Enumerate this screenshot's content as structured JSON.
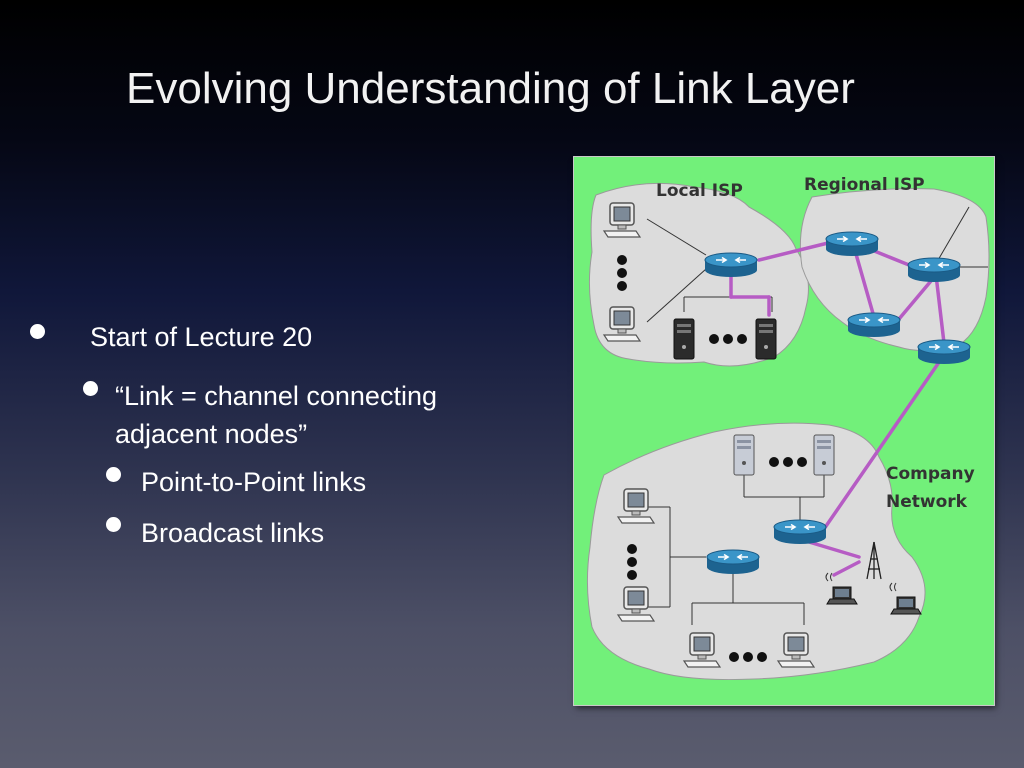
{
  "slide": {
    "title": "Evolving Understanding of Link Layer",
    "bullets": [
      {
        "level": 1,
        "text": "Start of Lecture 20"
      },
      {
        "level": 2,
        "text_line1": "“Link = channel connecting",
        "text_line2": "adjacent nodes”"
      },
      {
        "level": 3,
        "text": "Point-to-Point links"
      },
      {
        "level": 3,
        "text": "Broadcast links"
      }
    ]
  },
  "figure": {
    "labels": {
      "local_isp": "Local ISP",
      "regional_isp": "Regional ISP",
      "company_line1": "Company",
      "company_line2": "Network"
    },
    "colors": {
      "background": "#72f07a",
      "cloud": "#dcdcdc",
      "link_highlight": "#b65cc4",
      "router": "#2a7fb4",
      "wire": "#333333"
    },
    "icons": [
      "pc-icon",
      "router-icon",
      "server-icon",
      "laptop-icon",
      "cell-tower-icon"
    ]
  }
}
